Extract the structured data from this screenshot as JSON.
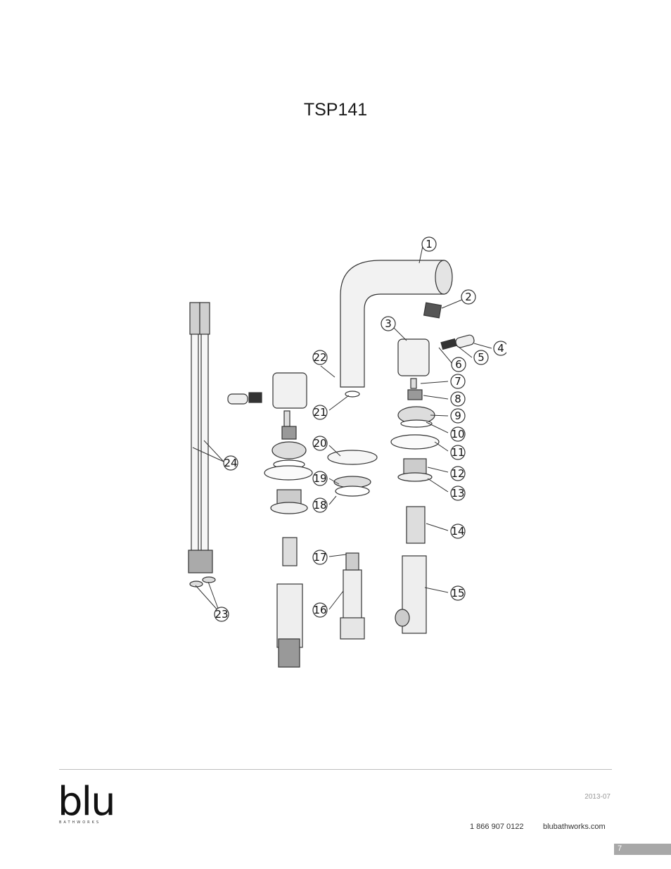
{
  "document": {
    "title": "TSP141"
  },
  "callouts": [
    "1",
    "2",
    "3",
    "4",
    "5",
    "6",
    "7",
    "8",
    "9",
    "10",
    "11",
    "12",
    "13",
    "14",
    "15",
    "16",
    "17",
    "18",
    "19",
    "20",
    "21",
    "22",
    "23",
    "24"
  ],
  "footer": {
    "logo": "blu",
    "logo_sub": "BATHWORKS",
    "date": "2013-07",
    "phone": "1 866 907 0122",
    "website": "blubathworks.com",
    "page_number": "7"
  },
  "colors": {
    "page_bar": "#a8a8a8",
    "rule": "#bdbdbd"
  }
}
